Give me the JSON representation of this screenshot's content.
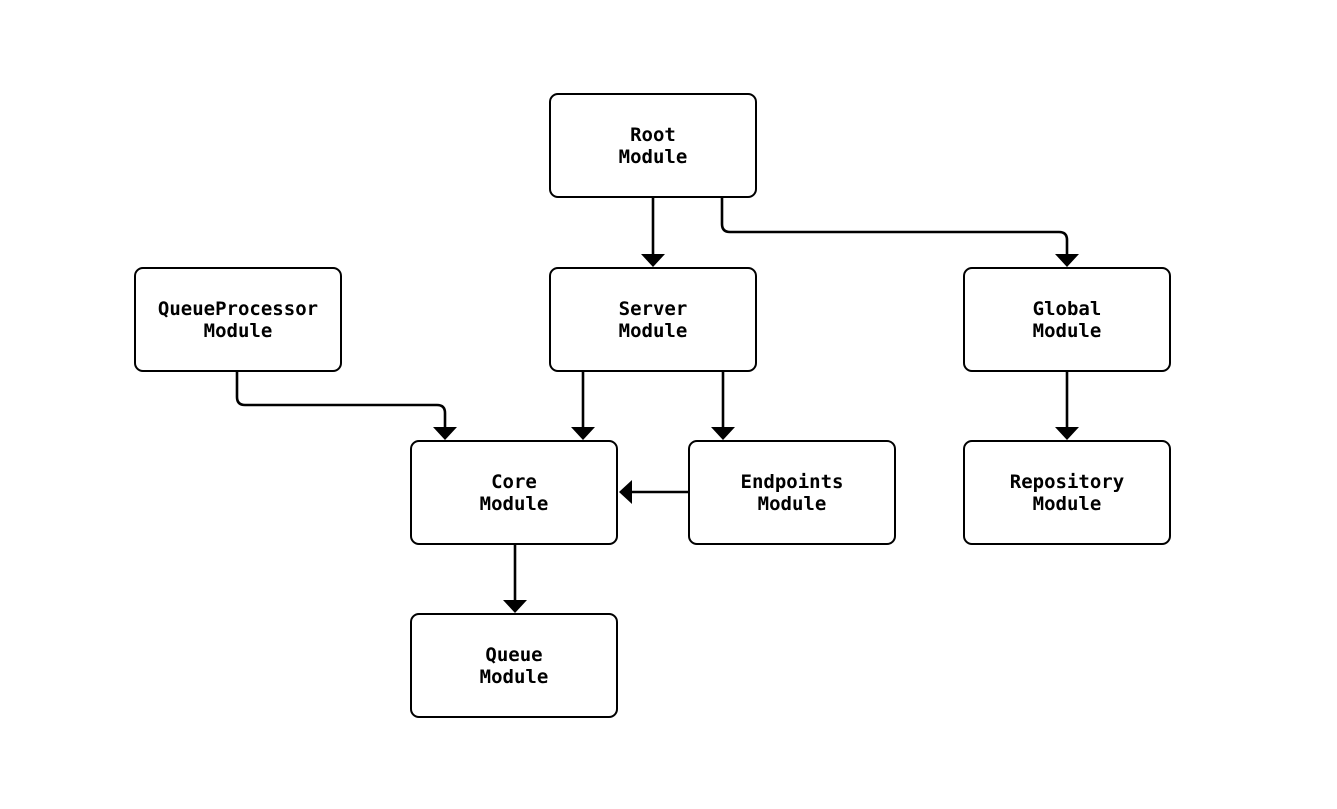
{
  "diagram": {
    "type": "module-dependency-flowchart",
    "background_color": "#ffffff",
    "node_fill_color": "#ffffff",
    "node_border_color": "#000000",
    "text_color": "#000000",
    "arrow_color": "#000000",
    "nodes": [
      {
        "id": "root",
        "line1": "Root",
        "line2": "Module"
      },
      {
        "id": "queueprocessor",
        "line1": "QueueProcessor",
        "line2": "Module"
      },
      {
        "id": "server",
        "line1": "Server",
        "line2": "Module"
      },
      {
        "id": "global",
        "line1": "Global",
        "line2": "Module"
      },
      {
        "id": "core",
        "line1": "Core",
        "line2": "Module"
      },
      {
        "id": "endpoints",
        "line1": "Endpoints",
        "line2": "Module"
      },
      {
        "id": "repository",
        "line1": "Repository",
        "line2": "Module"
      },
      {
        "id": "queue",
        "line1": "Queue",
        "line2": "Module"
      }
    ],
    "edges": [
      {
        "from": "root",
        "to": "server"
      },
      {
        "from": "root",
        "to": "global"
      },
      {
        "from": "queueprocessor",
        "to": "core"
      },
      {
        "from": "server",
        "to": "core"
      },
      {
        "from": "server",
        "to": "endpoints"
      },
      {
        "from": "endpoints",
        "to": "core"
      },
      {
        "from": "global",
        "to": "repository"
      },
      {
        "from": "core",
        "to": "queue"
      }
    ]
  }
}
